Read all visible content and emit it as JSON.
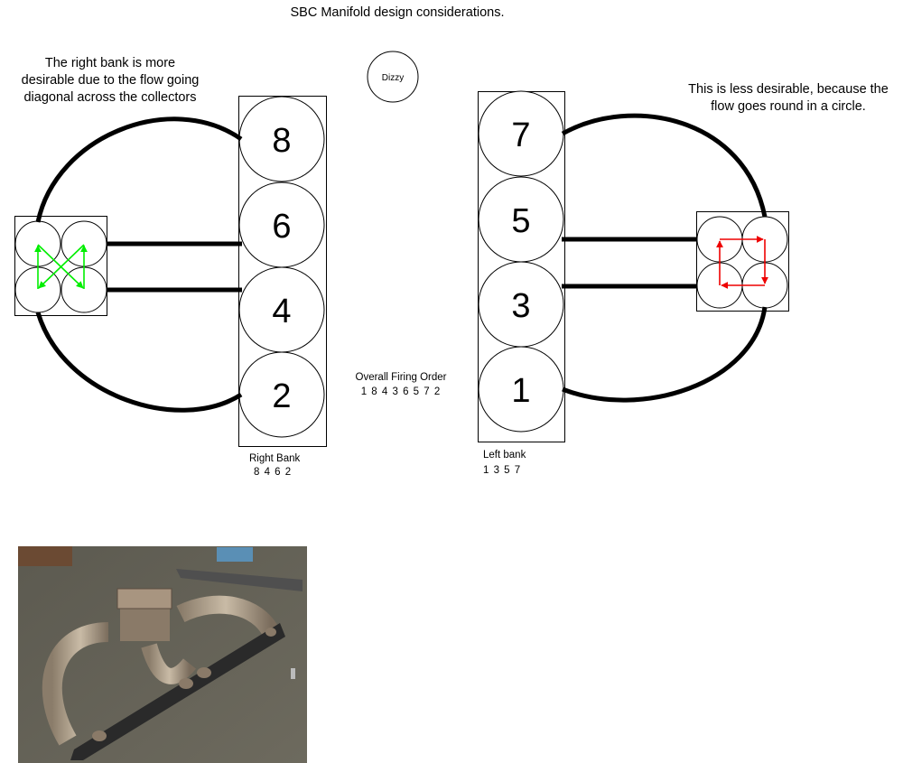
{
  "title": "SBC Manifold design considerations.",
  "left_note": [
    "The right bank is more",
    "desirable due to the flow going",
    "diagonal across the collectors"
  ],
  "right_note": [
    "This is less desirable, because the",
    "flow goes round in a circle."
  ],
  "dizzy_label": "Dizzy",
  "right_bank": {
    "cylinders": [
      "8",
      "6",
      "4",
      "2"
    ],
    "label": "Right Bank",
    "order": "8 4 6 2"
  },
  "left_bank": {
    "cylinders": [
      "7",
      "5",
      "3",
      "1"
    ],
    "label": "Left bank",
    "order": "1 3 5 7"
  },
  "firing_order": {
    "label": "Overall Firing Order",
    "value": "1 8 4 3 6 5 7 2"
  },
  "colors": {
    "good_flow": "#00ee00",
    "bad_flow": "#ee0000"
  }
}
